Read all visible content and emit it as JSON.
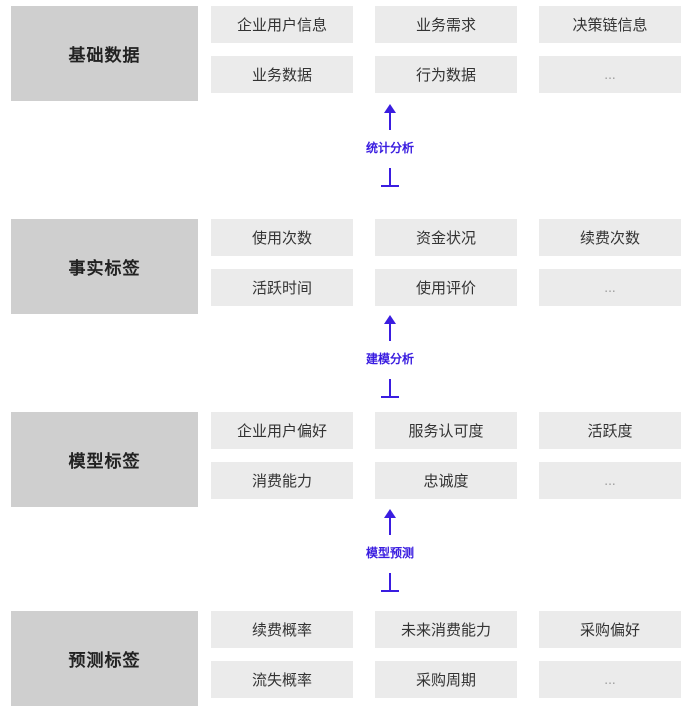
{
  "colors": {
    "category_bg": "#cfcfcf",
    "cell_bg": "#ebebeb",
    "arrow": "#3a1de0"
  },
  "sections": [
    {
      "title": "基础数据",
      "row1": [
        "企业用户信息",
        "业务需求",
        "决策链信息"
      ],
      "row2": [
        "业务数据",
        "行为数据",
        "..."
      ]
    },
    {
      "title": "事实标签",
      "row1": [
        "使用次数",
        "资金状况",
        "续费次数"
      ],
      "row2": [
        "活跃时间",
        "使用评价",
        "..."
      ]
    },
    {
      "title": "模型标签",
      "row1": [
        "企业用户偏好",
        "服务认可度",
        "活跃度"
      ],
      "row2": [
        "消费能力",
        "忠诚度",
        "..."
      ]
    },
    {
      "title": "预测标签",
      "row1": [
        "续费概率",
        "未来消费能力",
        "采购偏好"
      ],
      "row2": [
        "流失概率",
        "采购周期",
        "..."
      ]
    }
  ],
  "connectors": [
    {
      "label": "统计分析"
    },
    {
      "label": "建模分析"
    },
    {
      "label": "模型预测"
    }
  ]
}
